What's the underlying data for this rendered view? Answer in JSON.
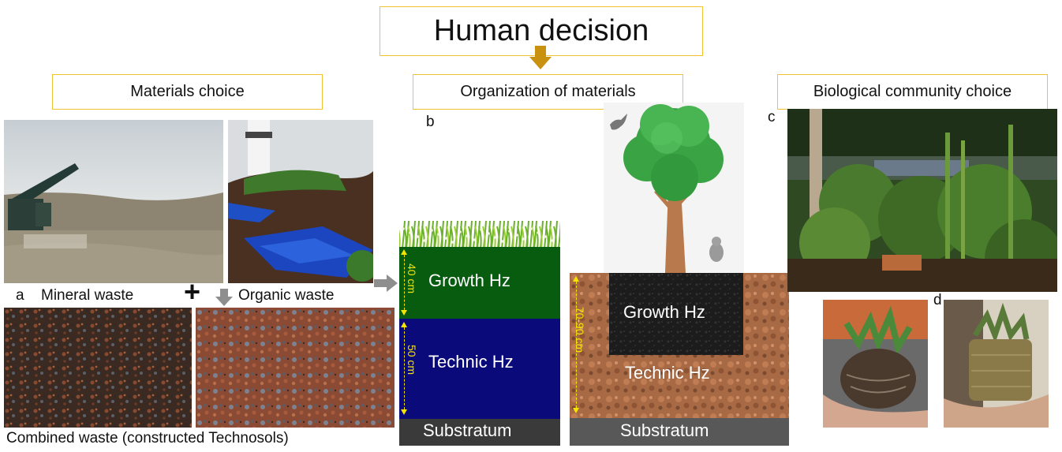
{
  "title": "Human decision",
  "sections": {
    "materials": "Materials choice",
    "organization": "Organization of materials",
    "biological": "Biological community choice"
  },
  "panel_letters": {
    "a": "a",
    "b": "b",
    "c": "c",
    "d": "d"
  },
  "labels": {
    "mineral": "Mineral waste",
    "organic": "Organic waste",
    "plus": "+",
    "combined": "Combined waste (constructed Technosols)"
  },
  "profile_grass": {
    "growth": "Growth Hz",
    "technic": "Technic Hz",
    "substratum": "Substratum",
    "growth_depth": "40 cm",
    "technic_depth": "50 cm"
  },
  "profile_tree": {
    "growth": "Growth Hz",
    "technic": "Technic Hz",
    "substratum": "Substratum",
    "depth": "70-90 cm"
  },
  "colors": {
    "box_border": "#f2c230",
    "arrow_gold": "#c8910f",
    "growth_green": "#075c10",
    "technic_blue": "#0a0a7a",
    "substratum": "#3a3a3a",
    "dimension_yellow": "#f5e400"
  }
}
